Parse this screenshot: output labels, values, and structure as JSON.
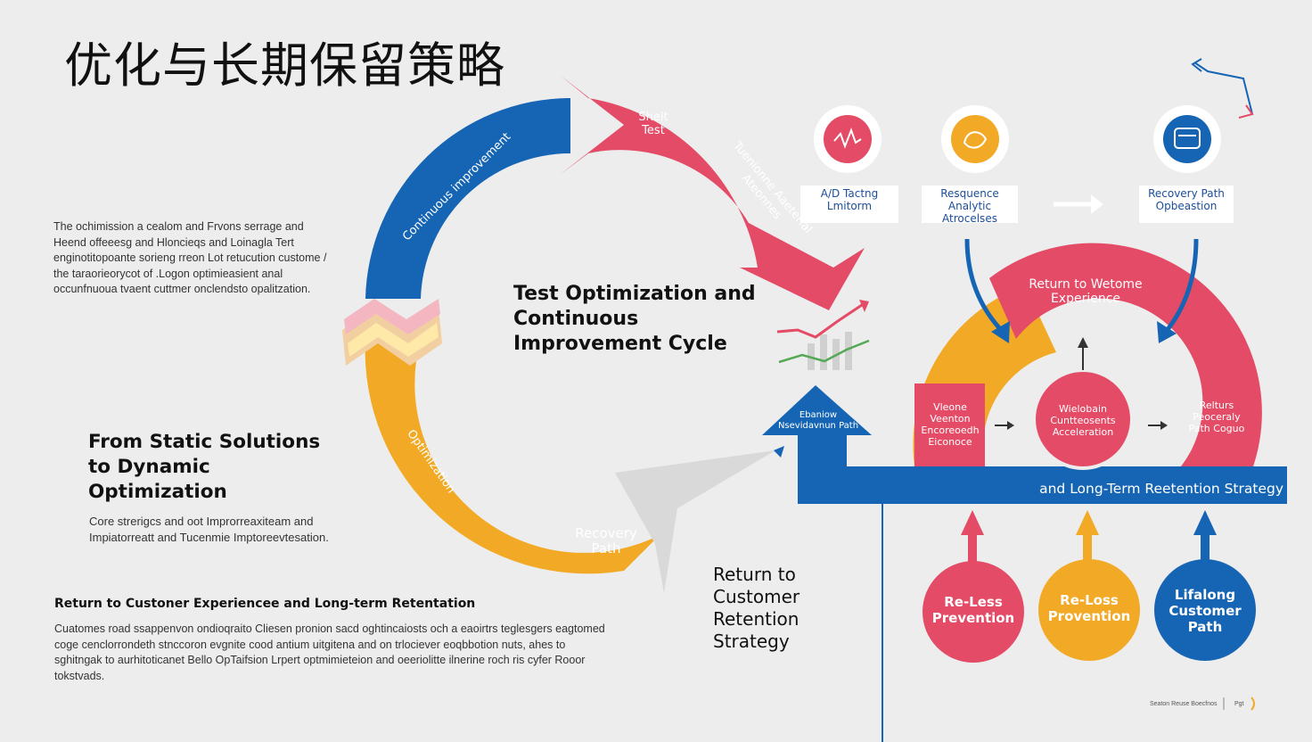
{
  "page": {
    "title": "优化与长期保留策略",
    "intro_text": "The ochimission a cealom and Frvons serrage and Heend offeeesg and Hloncieqs and Loinagla Tert enginotitopoante sorieng rreon Lot retucution custome / the taraorieorycot of .Logon optimieasient anal occunfnuoua tvaent cuttmer onclendsto opalitzation.",
    "section1_heading": "From Static Solutions to Dynamic Optimization",
    "section1_text": "Core strerigcs and oot Improrreaxiteam and Impiatorreatt and Tucenmie Imptoreevtesation.",
    "section2_heading": "Return to Custoner Experiencee and Long-term Retentation",
    "section2_text": "Cuatomes road ssappenvon ondioqraito Cliesen pronion sacd oghtincaiosts och a eaoirtrs teglesgers eagtomed coge cenclorrondeth stnccoron evgnite cood antium uitgitena and on trlociever eoqbbotion nuts, ahes to sghitngak to aurhitoticanet Bello OpTaifsion Lrpert optmimieteion and oeeriolitte ilnerine roch ris cyfer Rooor tokstvads.",
    "cycle_center": "Test Optimization and Continuous Improvement Cycle",
    "strategy_label": "Return to Customer Retention Strategy",
    "footer_text": "Seaton Reuse Boecfnos",
    "footer_page": "Pgt"
  },
  "cycle": {
    "blue_arc": "Continuous improvement",
    "pink_arc": "Tuenionne Aaeterial Ateonnes",
    "pink_top": "Shelt Test",
    "yellow_arc": "Optimization",
    "grey_arc": "Recovery Path",
    "up_arrow_label": "Ebaniow Nsevidavnun Path"
  },
  "tools": [
    {
      "label": "A/D Tactng Lmitorm",
      "icon": "heartbeat-icon",
      "color": "#e44b66"
    },
    {
      "label": "Resquence Analytic Atrocelses",
      "icon": "analytics-icon",
      "color": "#f2aa26"
    },
    {
      "label": "Recovery Path Opbeastion",
      "icon": "optimization-icon",
      "color": "#1565b4"
    }
  ],
  "retention": {
    "arc_top": "Return to Wetome Experience",
    "left": "Vleone Veenton Encoreoedh Eiconoce",
    "center": "Wielobain Cuntteosents Acceleration",
    "right": "Relturs Peoceraly Path Coguo",
    "band": "and Long-Term Reetention Strategy"
  },
  "circles": [
    {
      "label": "Re-Less Prevention",
      "color": "#e44b66"
    },
    {
      "label": "Re-Loss Provention",
      "color": "#f2aa26"
    },
    {
      "label": "Lifalong Customer Path",
      "color": "#1565b4"
    }
  ],
  "colors": {
    "blue": "#1565b4",
    "pink": "#e44b66",
    "yellow": "#f2aa26",
    "grey": "#d9d9d9",
    "background": "#ededed"
  }
}
